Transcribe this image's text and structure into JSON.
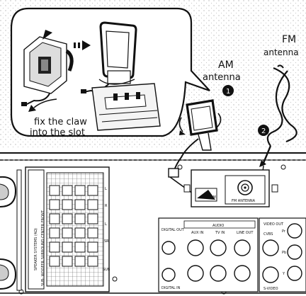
{
  "labels": {
    "am_antenna_line1": "AM",
    "am_antenna_line2": "antenna",
    "fm_antenna_line1": "FM",
    "fm_antenna_line2": "antenna",
    "step_one": "1",
    "step_two": "2",
    "fix_claw_line1": "fix the claw",
    "fix_claw_line2": "into the slot"
  },
  "panel": {
    "speaker_title": "SPEAKER SYSTEMS (4Ω)",
    "speaker_columns": "SUB- WOOFER  SURROUND  CENTER  FRONT",
    "speaker_row_labels": [
      "L",
      "R",
      "L",
      "SR",
      "SUB"
    ],
    "am_jack": "AM",
    "fm_jack": "FM ANTENNA",
    "audio_group": "AUDIO",
    "audio_digital_out": "DIGITAL OUT",
    "audio_aux_in": "AUX IN",
    "audio_tv_in": "TV IN",
    "audio_line_out": "LINE OUT",
    "video_out": "VIDEO OUT",
    "video_cvbs": "CVBS",
    "video_y": "Y",
    "video_pb": "Pb",
    "video_pr": "Pr",
    "video_svideo": "S-VIDEO",
    "digital_in": "DIGITAL IN"
  },
  "colors": {
    "ink": "#111111",
    "stipple": "#bdbdbd",
    "background": "#ffffff"
  }
}
